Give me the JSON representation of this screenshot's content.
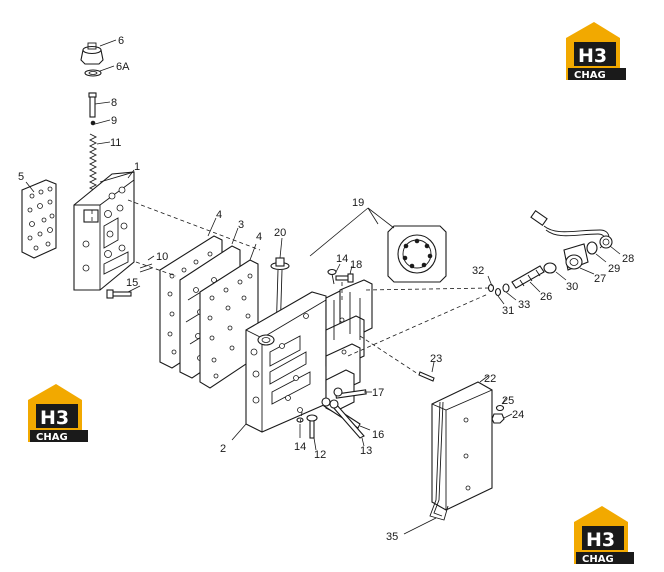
{
  "diagram": {
    "callouts": [
      {
        "id": "c-6",
        "label": "6"
      },
      {
        "id": "c-6a",
        "label": "6A"
      },
      {
        "id": "c-8",
        "label": "8"
      },
      {
        "id": "c-9",
        "label": "9"
      },
      {
        "id": "c-11",
        "label": "11"
      },
      {
        "id": "c-1",
        "label": "1"
      },
      {
        "id": "c-5",
        "label": "5"
      },
      {
        "id": "c-10",
        "label": "10"
      },
      {
        "id": "c-15",
        "label": "15"
      },
      {
        "id": "c-4a",
        "label": "4"
      },
      {
        "id": "c-3",
        "label": "3"
      },
      {
        "id": "c-4b",
        "label": "4"
      },
      {
        "id": "c-20",
        "label": "20"
      },
      {
        "id": "c-19",
        "label": "19"
      },
      {
        "id": "c-14a",
        "label": "14"
      },
      {
        "id": "c-18",
        "label": "18"
      },
      {
        "id": "c-32",
        "label": "32"
      },
      {
        "id": "c-31",
        "label": "31"
      },
      {
        "id": "c-33",
        "label": "33"
      },
      {
        "id": "c-26",
        "label": "26"
      },
      {
        "id": "c-30",
        "label": "30"
      },
      {
        "id": "c-27",
        "label": "27"
      },
      {
        "id": "c-29",
        "label": "29"
      },
      {
        "id": "c-28",
        "label": "28"
      },
      {
        "id": "c-23",
        "label": "23"
      },
      {
        "id": "c-22",
        "label": "22"
      },
      {
        "id": "c-25",
        "label": "25"
      },
      {
        "id": "c-24",
        "label": "24"
      },
      {
        "id": "c-17",
        "label": "17"
      },
      {
        "id": "c-16",
        "label": "16"
      },
      {
        "id": "c-13",
        "label": "13"
      },
      {
        "id": "c-2",
        "label": "2"
      },
      {
        "id": "c-14b",
        "label": "14"
      },
      {
        "id": "c-12",
        "label": "12"
      },
      {
        "id": "c-35",
        "label": "35"
      }
    ]
  },
  "watermarks": [
    {
      "brand": "H3",
      "sub": "CHAG"
    },
    {
      "brand": "H3",
      "sub": "CHAG"
    },
    {
      "brand": "H3",
      "sub": "CHAG"
    }
  ],
  "colors": {
    "logo_accent": "#f2a900",
    "logo_dark": "#1a1a1a",
    "line": "#1a1a1a"
  }
}
